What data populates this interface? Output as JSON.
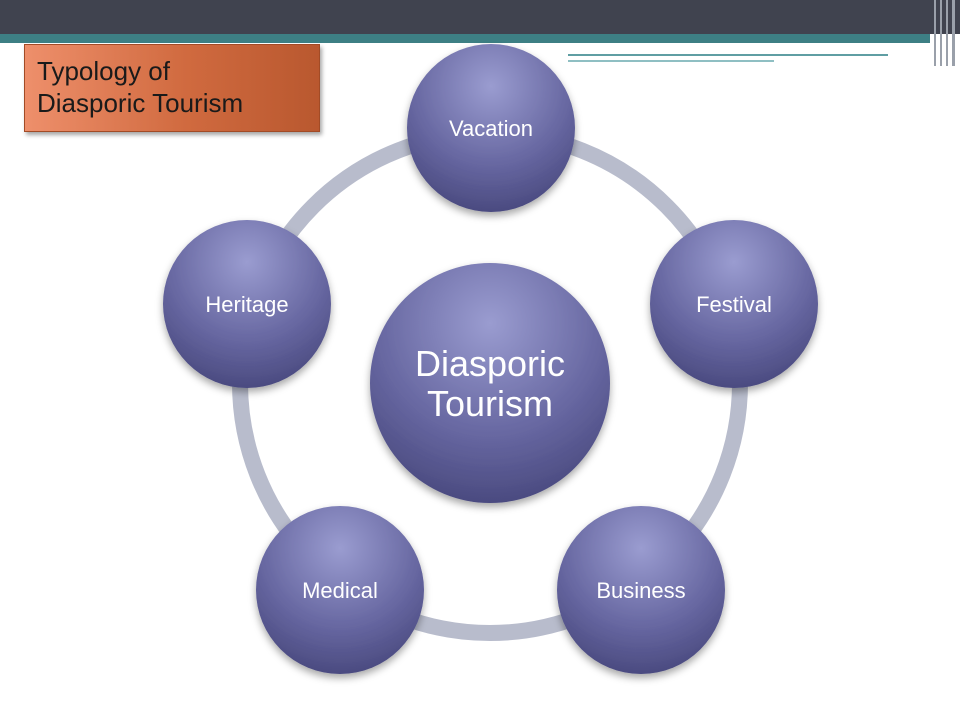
{
  "title": {
    "line1": "Typology  of",
    "line2": "Diasporic Tourism"
  },
  "diagram": {
    "center_label_line1": "Diasporic",
    "center_label_line2": "Tourism",
    "nodes": [
      {
        "name": "node-vacation",
        "label": "Vacation"
      },
      {
        "name": "node-festival",
        "label": "Festival"
      },
      {
        "name": "node-business",
        "label": "Business"
      },
      {
        "name": "node-medical",
        "label": "Medical"
      },
      {
        "name": "node-heritage",
        "label": "Heritage"
      }
    ]
  },
  "colors": {
    "node_fill_top": "#8a8cc2",
    "node_fill_bottom": "#4a4a80",
    "ring": "#b8bccc",
    "title_box": "#d5703f",
    "top_bar": "#40434f",
    "accent_stripe": "#3d7f84"
  }
}
